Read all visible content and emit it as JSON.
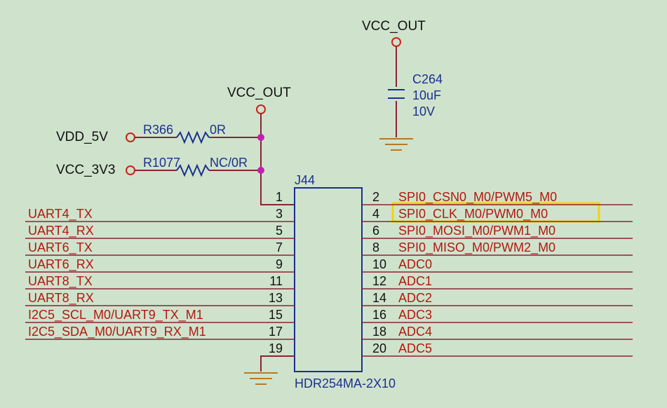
{
  "colors": {
    "background": "#cfe3cc",
    "net_label": "#b3170f",
    "wire": "#8a2335",
    "component": "#1c2f8f",
    "junction": "#c21fb0",
    "ground": "#b87a22",
    "highlight": "#f2d20f"
  },
  "power": {
    "vcc_out_top": "VCC_OUT",
    "vcc_out_mid": "VCC_OUT",
    "vdd_5v": "VDD_5V",
    "vcc_3v3": "VCC_3V3"
  },
  "resistors": {
    "r366": {
      "ref": "R366",
      "value": "0R"
    },
    "r1077": {
      "ref": "R1077",
      "value": "NC/0R"
    }
  },
  "capacitor": {
    "ref": "C264",
    "value": "10uF",
    "voltage": "10V"
  },
  "header": {
    "ref": "J44",
    "part": "HDR254MA-2X10"
  },
  "left_pins": [
    {
      "num": "1",
      "net": ""
    },
    {
      "num": "3",
      "net": "UART4_TX"
    },
    {
      "num": "5",
      "net": "UART4_RX"
    },
    {
      "num": "7",
      "net": "UART6_TX"
    },
    {
      "num": "9",
      "net": "UART6_RX"
    },
    {
      "num": "11",
      "net": "UART8_TX"
    },
    {
      "num": "13",
      "net": "UART8_RX"
    },
    {
      "num": "15",
      "net": "I2C5_SCL_M0/UART9_TX_M1"
    },
    {
      "num": "17",
      "net": "I2C5_SDA_M0/UART9_RX_M1"
    },
    {
      "num": "19",
      "net": ""
    }
  ],
  "right_pins": [
    {
      "num": "2",
      "net": "SPI0_CSN0_M0/PWM5_M0"
    },
    {
      "num": "4",
      "net": "SPI0_CLK_M0/PWM0_M0",
      "highlighted": true
    },
    {
      "num": "6",
      "net": "SPI0_MOSI_M0/PWM1_M0"
    },
    {
      "num": "8",
      "net": "SPI0_MISO_M0/PWM2_M0"
    },
    {
      "num": "10",
      "net": "ADC0"
    },
    {
      "num": "12",
      "net": "ADC1"
    },
    {
      "num": "14",
      "net": "ADC2"
    },
    {
      "num": "16",
      "net": "ADC3"
    },
    {
      "num": "18",
      "net": "ADC4"
    },
    {
      "num": "20",
      "net": "ADC5"
    }
  ]
}
